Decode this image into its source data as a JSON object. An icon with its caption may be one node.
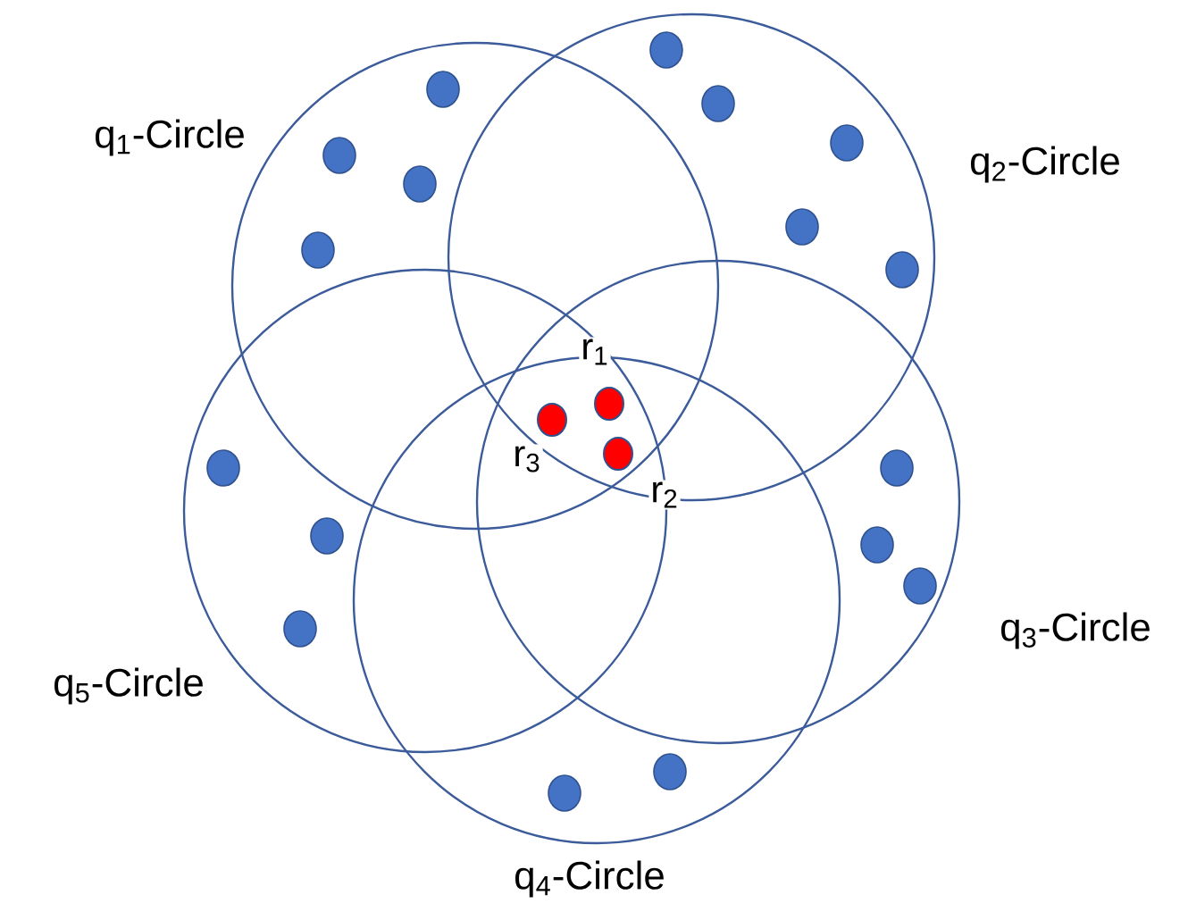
{
  "diagram": {
    "nodes": [
      {
        "text": [
          "q$_{1}$-Circle"
        ]
      },
      {
        "text": [
          "q$_{2}$-Circle"
        ]
      },
      {
        "text": [
          "q$_{3}$-Circle"
        ]
      },
      {
        "text": [
          "q$_{4}$-Circle"
        ]
      },
      {
        "text": [
          "q$_{5}$-Circle"
        ]
      }
    ],
    "labels": [
      "r$_{1}$",
      "r$_{3}$",
      "r$_{2}$"
    ]
  }
}
